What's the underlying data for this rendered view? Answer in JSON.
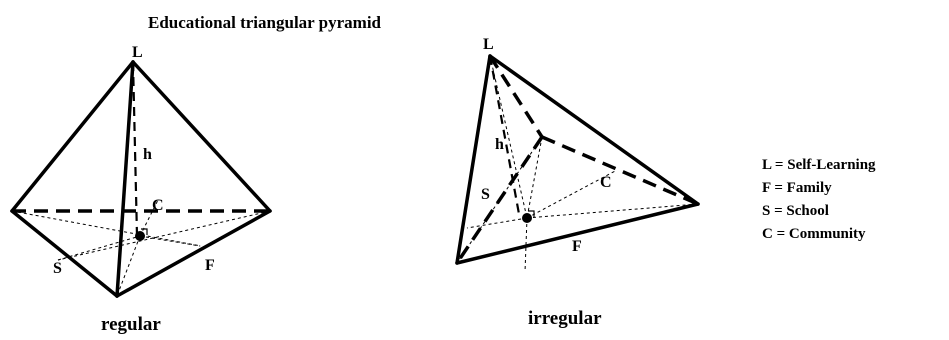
{
  "title": "Educational triangular pyramid",
  "regular": {
    "caption": "regular",
    "labels": {
      "L": "L",
      "h": "h",
      "C": "C",
      "S": "S",
      "F": "F"
    }
  },
  "irregular": {
    "caption": "irregular",
    "labels": {
      "L": "L",
      "h": "h",
      "C": "C",
      "S": "S",
      "F": "F"
    }
  },
  "legend": {
    "items": [
      "L = Self-Learning",
      "F = Family",
      "S = School",
      "C = Community"
    ]
  }
}
